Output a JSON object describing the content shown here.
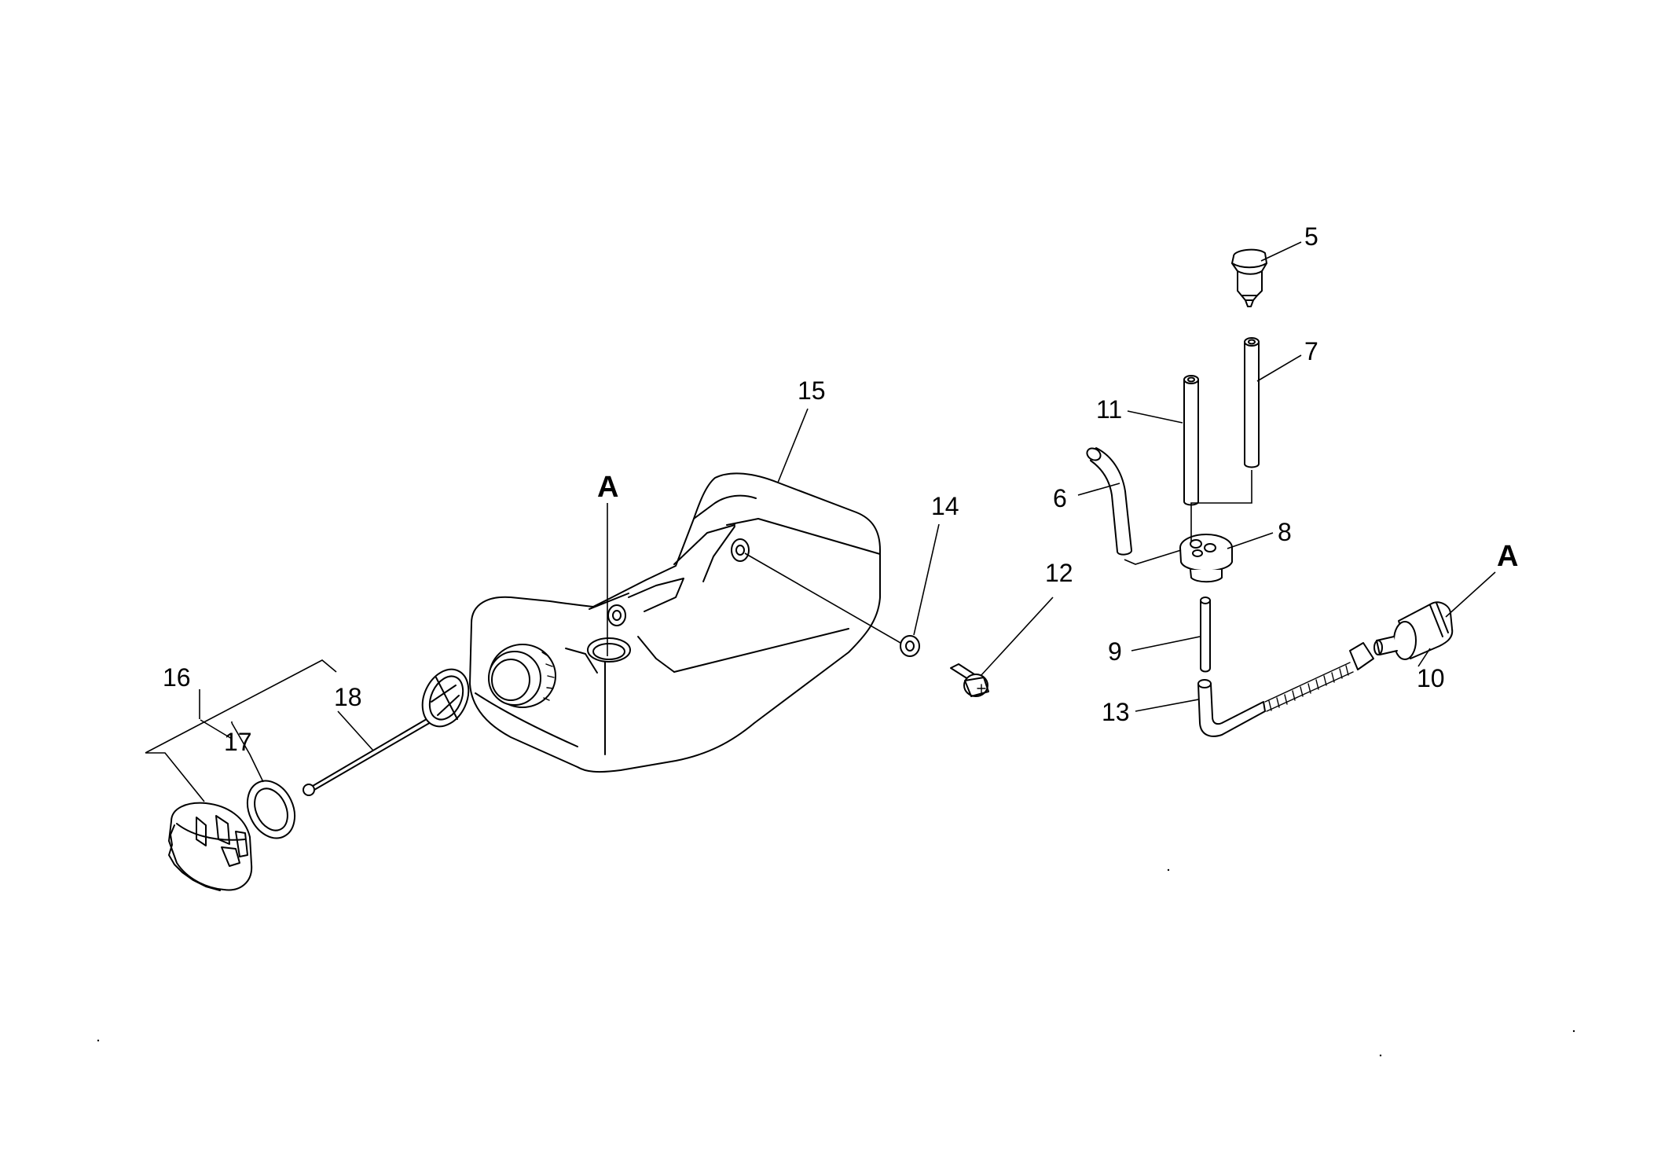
{
  "labels": {
    "p5": "5",
    "p6": "6",
    "p7": "7",
    "p8": "8",
    "p9": "9",
    "p10": "10",
    "p11": "11",
    "p12": "12",
    "p13": "13",
    "p14": "14",
    "p15": "15",
    "p16": "16",
    "p17": "17",
    "p18": "18",
    "refA1": "A",
    "refA2": "A"
  }
}
